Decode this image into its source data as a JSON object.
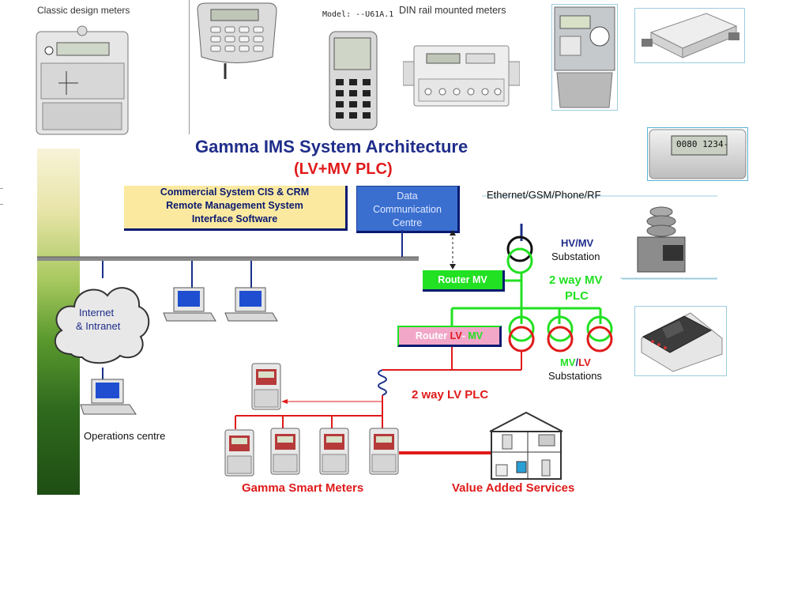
{
  "header": {
    "classic_label": "Classic design meters",
    "model_label": "Model: --U61A.1",
    "din_label": "DIN rail mounted meters",
    "lcd_text": "0080 1234-"
  },
  "diagram": {
    "title": "Gamma IMS System Architecture",
    "subtitle": "(LV+MV PLC)",
    "commercial_box": {
      "line1": "Commercial System   CIS & CRM",
      "line2": "Remote Management System",
      "line3": "Interface Software"
    },
    "data_comm_box": {
      "line1": "Data",
      "line2": "Communication",
      "line3": "Centre"
    },
    "ethernet_label": "Ethernet/GSM/Phone/RF",
    "hv_label": "HV",
    "slash": "/",
    "mv_label": "MV",
    "substation_label": "Substation",
    "router_mv": "Router MV",
    "router_lv_parts": [
      "Router ",
      "LV",
      "- ",
      "MV"
    ],
    "mv_plc_line1": "2 way MV",
    "mv_plc_line2": "PLC",
    "mvlv_mv": "MV",
    "mvlv_lv": "LV",
    "mvlv_substations": "Substations",
    "internet_line1": "Internet",
    "internet_line2": "& Intranet",
    "lv_plc": "2 way LV PLC",
    "operations_centre": "Operations centre",
    "smart_meters": "Gamma Smart Meters",
    "value_added": "Value Added Services"
  },
  "colors": {
    "title": "#1f2d8a",
    "red": "#e01a1a",
    "green": "#22e022",
    "navy": "#0a1a70",
    "commercial_fill": "#fbe9a0",
    "datacomm_fill": "#3a6fcf",
    "router_lv_fill": "#f2a7c8"
  }
}
